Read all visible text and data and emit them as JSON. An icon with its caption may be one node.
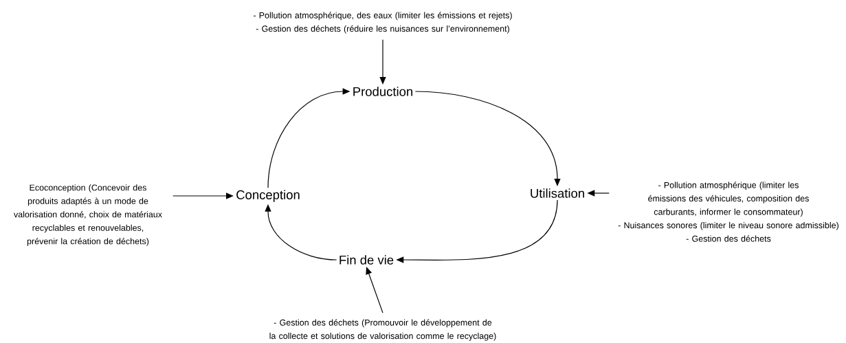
{
  "diagram": {
    "nodes": [
      {
        "text": [
          "Production"
        ]
      },
      {
        "text": [
          "Utilisation"
        ]
      },
      {
        "text": [
          "Fin de vie"
        ]
      },
      {
        "text": [
          "Conception"
        ]
      },
      {
        "text": [
          "- Pollution atmosphérique, des eaux (limiter les émissions et rejets)",
          "- Gestion des déchets (réduire les nuisances sur l’environnement)"
        ]
      },
      {
        "text": [
          "- Pollution atmosphérique (limiter les émissions des véhicules, composition des carburants, informer le consommateur)",
          "- Nuisances sonores (limiter le niveau sonore admissible)",
          "- Gestion des déchets"
        ]
      },
      {
        "text": [
          "- Gestion des déchets (Promouvoir le développement de la collecte et solutions de valorisation comme le recyclage)"
        ]
      },
      {
        "text": [
          "Ecoconception (Concevoir des produits adaptés à un mode de valorisation donné, choix de matériaux recyclables et renouvelables, prévenir la création de déchets)"
        ]
      }
    ],
    "edges": [
      {
        "from": 0,
        "to": 1,
        "arrow": "to"
      },
      {
        "from": 1,
        "to": 2,
        "arrow": "to"
      },
      {
        "from": 2,
        "to": 3,
        "arrow": "to"
      },
      {
        "from": 3,
        "to": 0,
        "arrow": "to"
      },
      {
        "from": 4,
        "to": 0,
        "arrow": "to"
      },
      {
        "from": 5,
        "to": 1,
        "arrow": "to"
      },
      {
        "from": 6,
        "to": 2,
        "arrow": "to"
      },
      {
        "from": 7,
        "to": 3,
        "arrow": "to"
      }
    ]
  }
}
